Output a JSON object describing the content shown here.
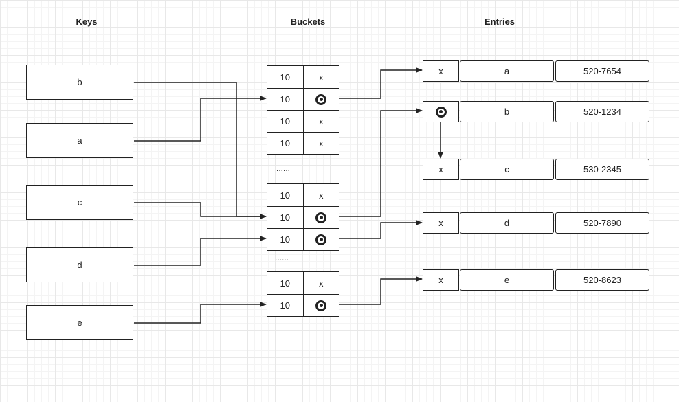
{
  "headers": {
    "keys": "Keys",
    "buckets": "Buckets",
    "entries": "Entries"
  },
  "keys": [
    "b",
    "a",
    "c",
    "d",
    "e"
  ],
  "bucket_groups": [
    {
      "rows": [
        {
          "count": "10",
          "ptr": "x"
        },
        {
          "count": "10",
          "ptr": "target-icon"
        },
        {
          "count": "10",
          "ptr": "x"
        },
        {
          "count": "10",
          "ptr": "x"
        }
      ]
    },
    {
      "rows": [
        {
          "count": "10",
          "ptr": "x"
        },
        {
          "count": "10",
          "ptr": "target-icon"
        },
        {
          "count": "10",
          "ptr": "target-icon"
        }
      ]
    },
    {
      "rows": [
        {
          "count": "10",
          "ptr": "x"
        },
        {
          "count": "10",
          "ptr": "target-icon"
        }
      ]
    }
  ],
  "ellipsis": [
    "......",
    "......"
  ],
  "entries": [
    {
      "ptr": "x",
      "key": "a",
      "value": "520-7654"
    },
    {
      "ptr": "target-icon",
      "key": "b",
      "value": "520-1234"
    },
    {
      "ptr": "x",
      "key": "c",
      "value": "530-2345"
    },
    {
      "ptr": "x",
      "key": "d",
      "value": "520-7890"
    },
    {
      "ptr": "x",
      "key": "e",
      "value": "520-8623"
    }
  ],
  "colors": {
    "stroke": "#222222",
    "grid": "#e8e8e8",
    "background": "#ffffff"
  }
}
